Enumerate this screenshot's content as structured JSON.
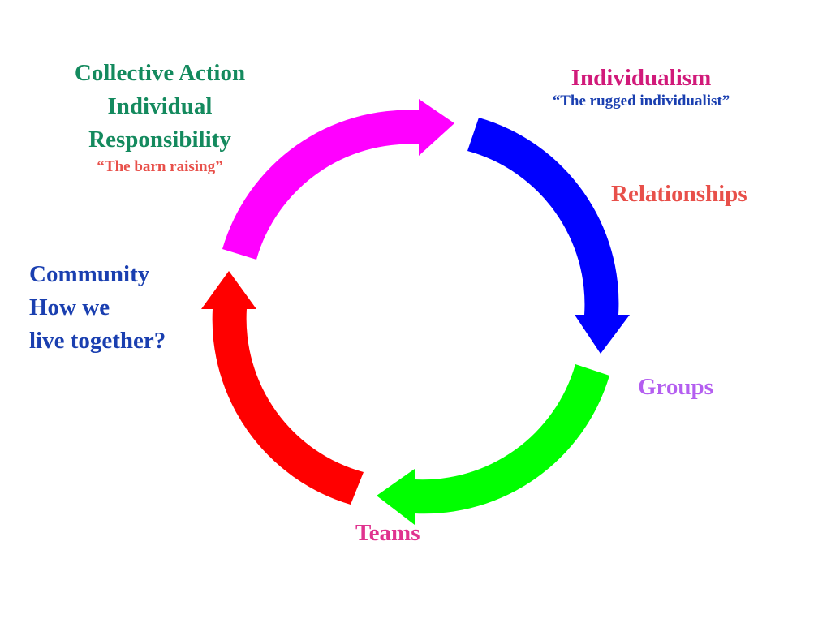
{
  "colors": {
    "magenta_arrow": "#ff00ff",
    "blue_arrow": "#0000ff",
    "green_arrow": "#00ff00",
    "red_arrow": "#ff0000",
    "green_text": "#148a5e",
    "pink_text": "#d11a7a",
    "dark_blue_text": "#1a3fb0",
    "coral_text": "#e8504a",
    "violet_text": "#b45ef0",
    "hot_pink_text": "#e0338f"
  },
  "labels": {
    "collective": {
      "line1": "Collective Action",
      "line2": "Individual",
      "line3": "Responsibility",
      "quote": "“The barn raising”"
    },
    "individualism": {
      "title": "Individualism",
      "quote": "“The rugged individualist”"
    },
    "relationships": "Relationships",
    "groups": "Groups",
    "teams": "Teams",
    "community": {
      "line1": "Community",
      "line2": "How we",
      "line3": "live together?"
    }
  }
}
